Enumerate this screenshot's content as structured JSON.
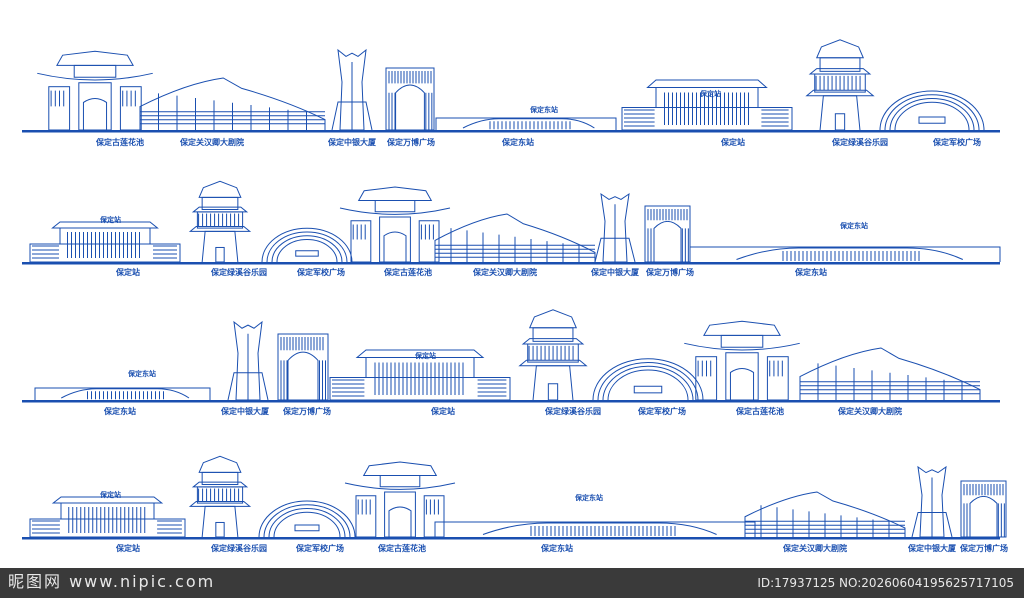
{
  "colors": {
    "line": "#1a4fb0",
    "label": "#1a4fb0",
    "footer_bg": "#3a3a3a",
    "footer_text": "#e8e8e8"
  },
  "rows": [
    {
      "labels": [
        "保定古莲花池",
        "保定关汉卿大剧院",
        "保定中银大厦",
        "保定万博广场",
        "保定东站",
        "保定站",
        "保定绿溪谷乐园",
        "保定军校广场"
      ]
    },
    {
      "labels": [
        "保定站",
        "保定绿溪谷乐园",
        "保定军校广场",
        "保定古莲花池",
        "保定关汉卿大剧院",
        "保定中银大厦",
        "保定万博广场",
        "保定东站"
      ]
    },
    {
      "labels": [
        "保定东站",
        "保定中银大厦",
        "保定万博广场",
        "保定站",
        "保定绿溪谷乐园",
        "保定军校广场",
        "保定古莲花池",
        "保定关汉卿大剧院"
      ]
    },
    {
      "labels": [
        "保定站",
        "保定绿溪谷乐园",
        "保定军校广场",
        "保定古莲花池",
        "保定东站",
        "保定关汉卿大剧院",
        "保定中银大厦",
        "保定万博广场"
      ]
    }
  ],
  "signs": {
    "station": "保定站",
    "east_station": "保定东站"
  },
  "watermark": {
    "left": "昵图网 www.nipic.com",
    "right": "ID:17937125 NO:20260604195625717105"
  }
}
